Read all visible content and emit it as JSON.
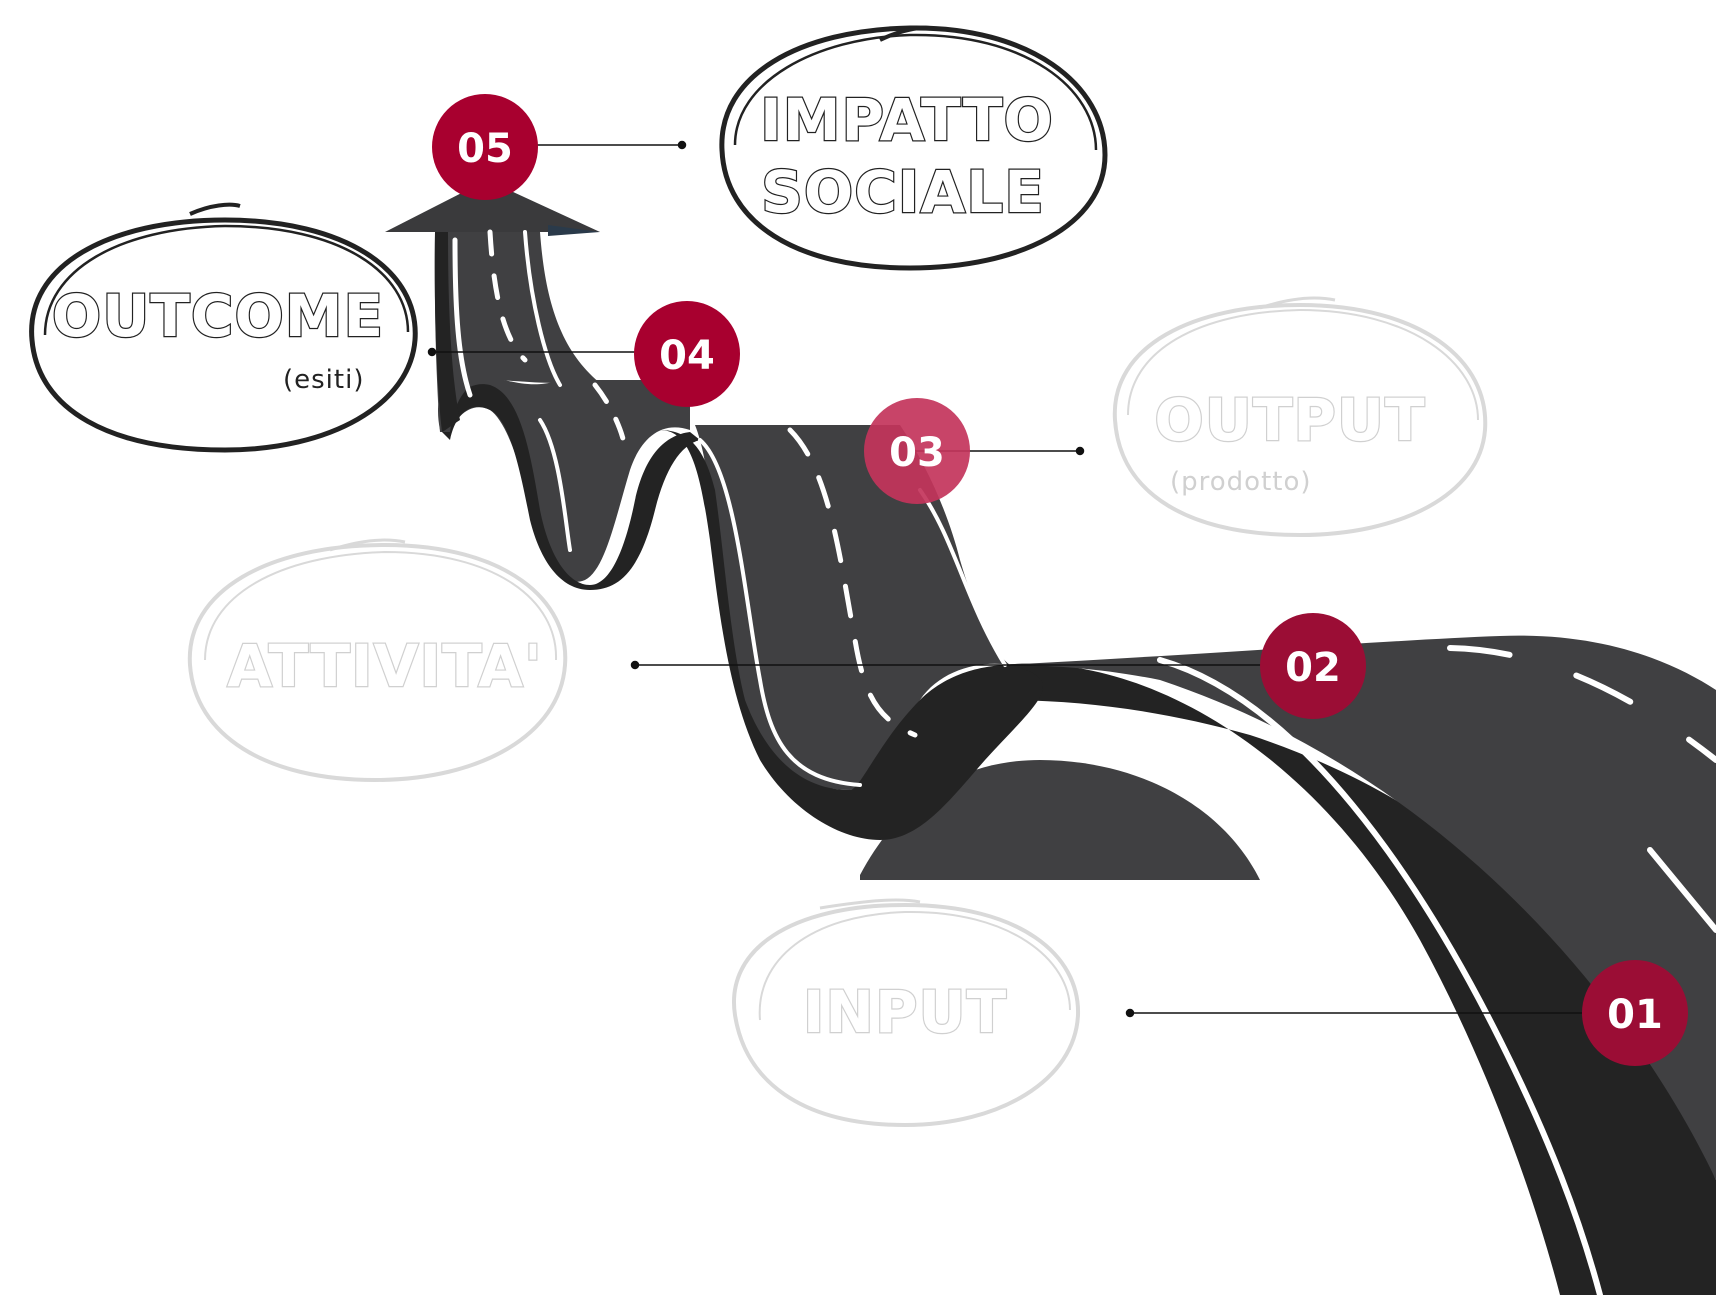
{
  "stages": [
    {
      "number": "01",
      "title": "INPUT",
      "subtitle": "",
      "status": "faded"
    },
    {
      "number": "02",
      "title": "ATTIVITA'",
      "subtitle": "",
      "status": "faded"
    },
    {
      "number": "03",
      "title": "OUTPUT",
      "subtitle": "(prodotto)",
      "status": "faded"
    },
    {
      "number": "04",
      "title": "OUTCOME",
      "subtitle": "(esiti)",
      "status": "active"
    },
    {
      "number": "05",
      "title_lines": [
        "IMPATTO",
        "SOCIALE"
      ],
      "subtitle": "",
      "status": "active"
    }
  ],
  "colors": {
    "badge_primary": "#a8002f",
    "badge_secondary": "#c3345b",
    "badge_dark": "#9b0d35",
    "road": "#404042",
    "road_shadow": "#232323",
    "road_marking": "#ffffff",
    "active_outline": "#222222",
    "faded_outline": "#d9d9d9"
  }
}
